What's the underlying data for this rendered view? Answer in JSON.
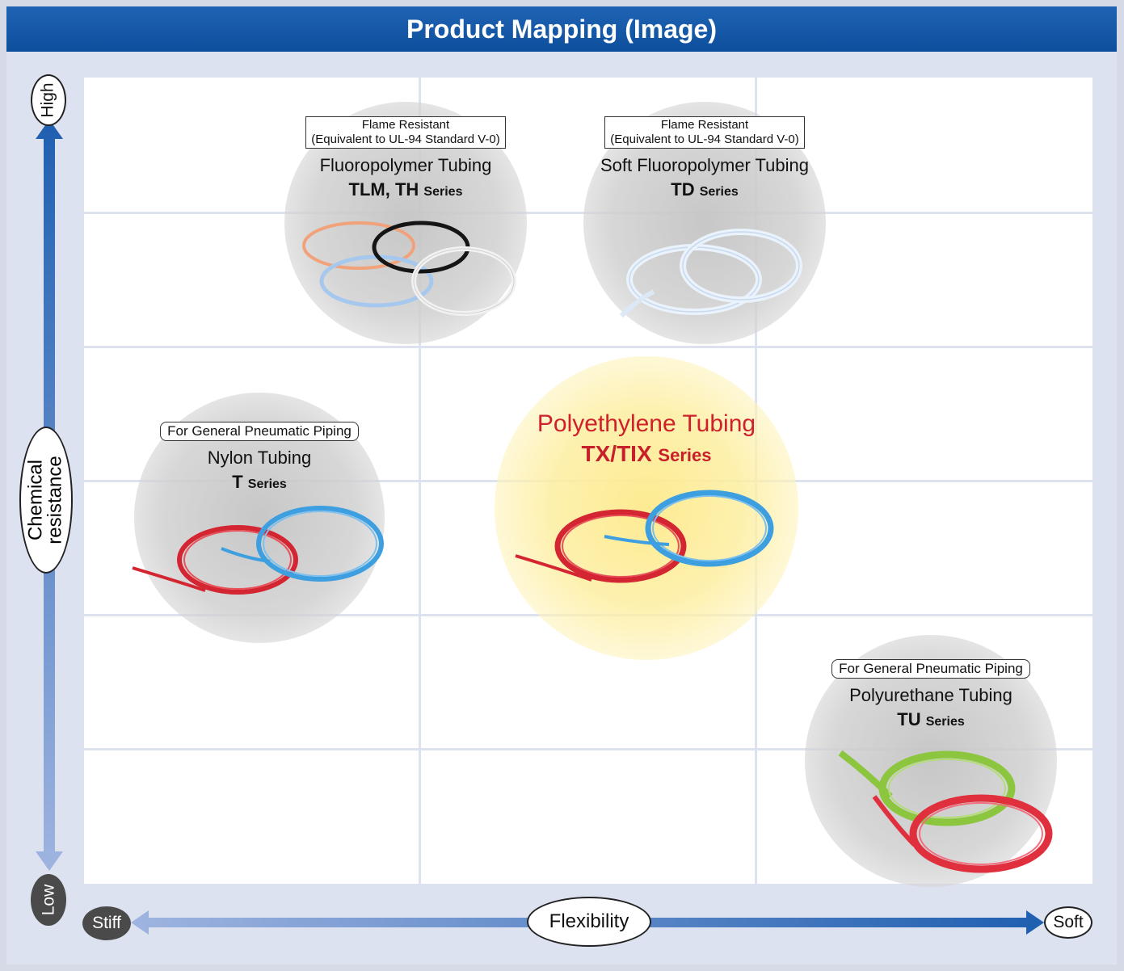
{
  "title": "Product Mapping (Image)",
  "y_axis": {
    "label_line1": "Chemical",
    "label_line2": "resistance",
    "high": "High",
    "low": "Low"
  },
  "x_axis": {
    "label": "Flexibility",
    "low": "Stiff",
    "high": "Soft"
  },
  "products": {
    "fluoropolymer": {
      "tag_line1": "Flame Resistant",
      "tag_line2": "(Equivalent to UL-94 Standard V-0)",
      "name": "Fluoropolymer Tubing",
      "series": "TLM, TH",
      "series_suffix": "Series"
    },
    "soft_fluoropolymer": {
      "tag_line1": "Flame Resistant",
      "tag_line2": "(Equivalent to UL-94 Standard V-0)",
      "name": "Soft Fluoropolymer Tubing",
      "series": "TD",
      "series_suffix": "Series"
    },
    "nylon": {
      "tag": "For General Pneumatic Piping",
      "name": "Nylon Tubing",
      "series": "T",
      "series_suffix": "Series"
    },
    "polyethylene": {
      "name": "Polyethylene Tubing",
      "series": "TX/TIX",
      "series_suffix": "Series"
    },
    "polyurethane": {
      "tag": "For General Pneumatic Piping",
      "name": "Polyurethane Tubing",
      "series": "TU",
      "series_suffix": "Series"
    }
  },
  "colors": {
    "title_bar": "#0d4f9c",
    "highlight_text": "#d0202a",
    "axis_arrow": "#2a5fae"
  }
}
